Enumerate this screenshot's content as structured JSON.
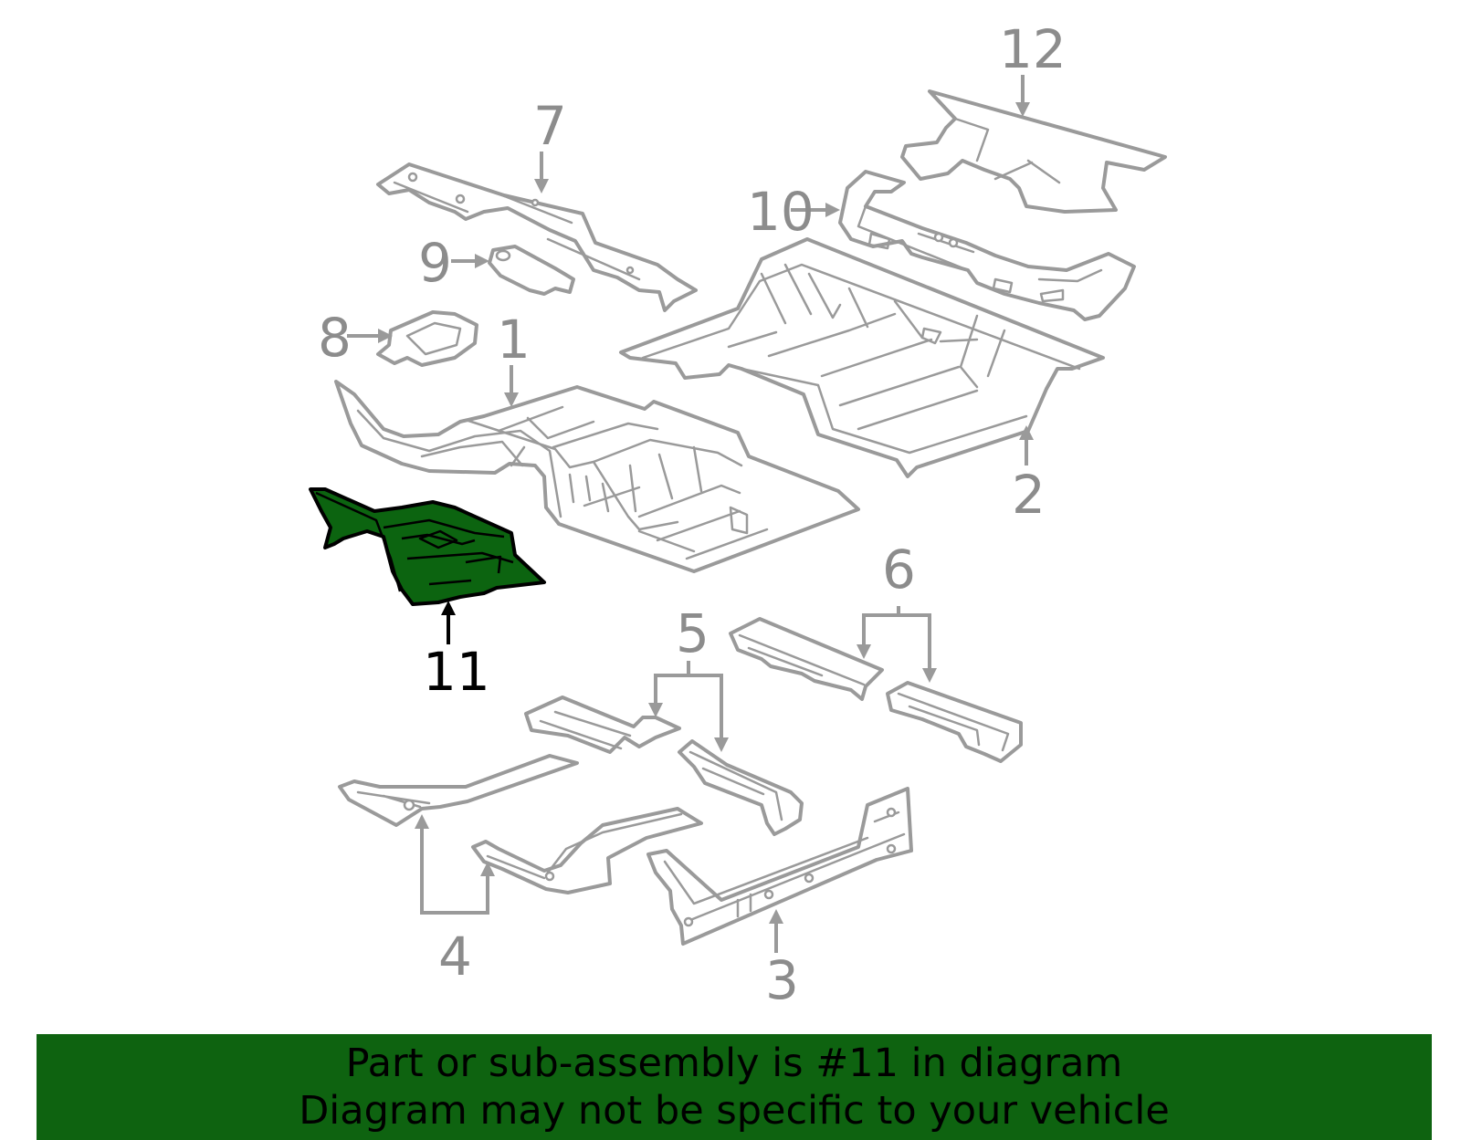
{
  "diagram": {
    "callouts": [
      "1",
      "2",
      "3",
      "4",
      "5",
      "6",
      "7",
      "8",
      "9",
      "10",
      "11",
      "12"
    ],
    "highlighted_callout": "11",
    "highlight_color": "#0e6310"
  },
  "banner": {
    "line1": "Part or sub-assembly is #11 in diagram",
    "line2": "Diagram may not be specific to your vehicle"
  }
}
